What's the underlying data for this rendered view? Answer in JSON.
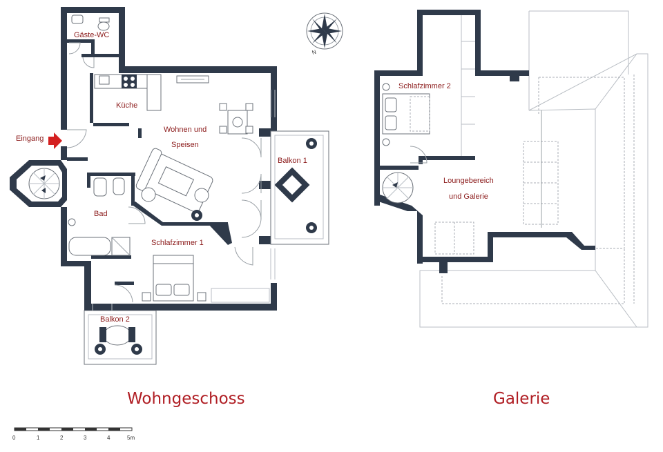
{
  "labels": {
    "gaeste_wc": "Gäste-WC",
    "kueche": "Küche",
    "wohnen_1": "Wohnen und",
    "wohnen_2": "Speisen",
    "eingang": "Eingang",
    "balkon1": "Balkon 1",
    "bad": "Bad",
    "schlafzimmer1": "Schlafzimmer 1",
    "balkon2": "Balkon 2",
    "schlafzimmer2": "Schlafzimmer 2",
    "lounge_1": "Loungebereich",
    "lounge_2": "und Galerie",
    "compass_n": "N"
  },
  "titles": {
    "left": "Wohngeschoss",
    "right": "Galerie"
  },
  "scale": {
    "ticks": [
      "0",
      "1",
      "2",
      "3",
      "4",
      "5m"
    ]
  },
  "colors": {
    "walls": "#2f3a4a",
    "labels": "#8b1a1a",
    "entrance_arrow": "#d42020"
  }
}
